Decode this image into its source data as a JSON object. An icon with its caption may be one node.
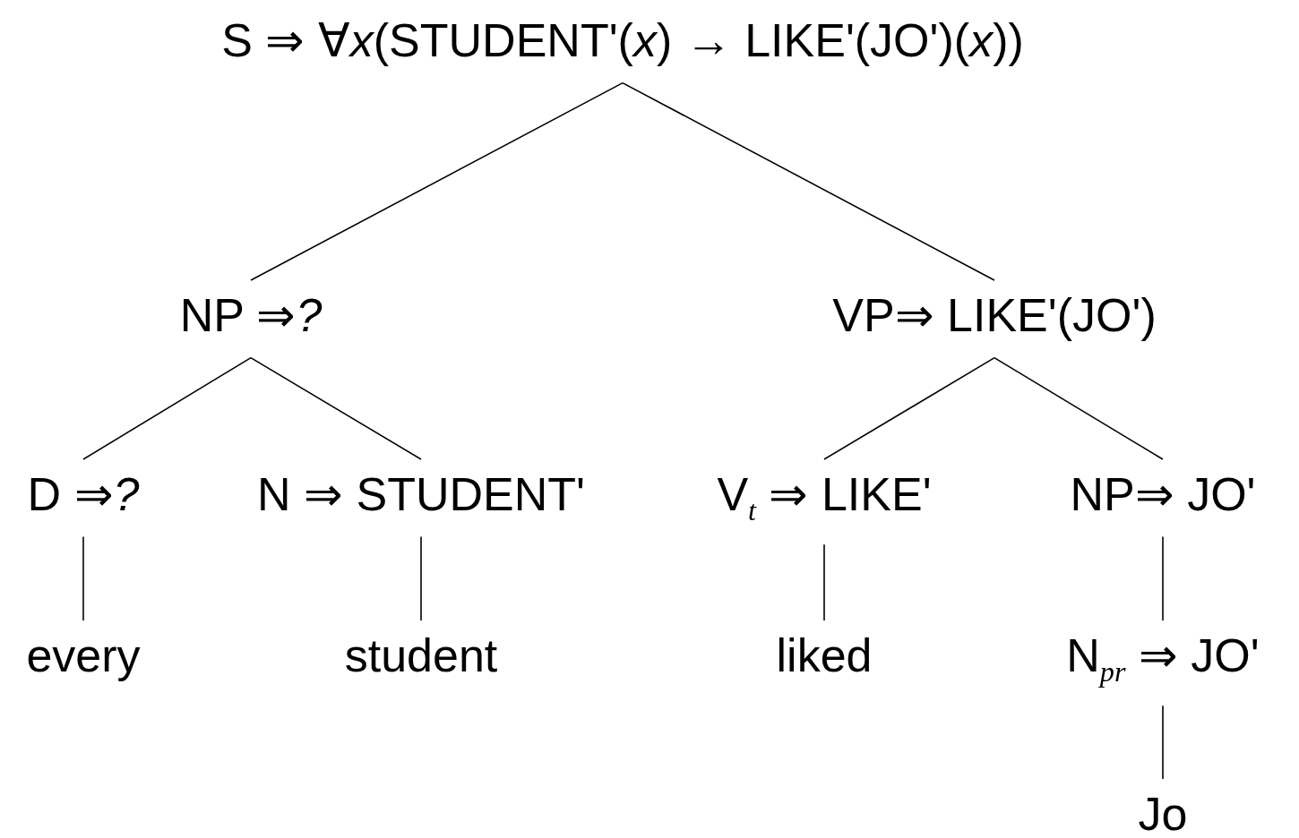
{
  "diagram": {
    "nodes": [
      {
        "text": [
          "S ⇒ ∀*x*(STUDENT'(*x*) → LIKE'(JO')(*x*))"
        ]
      },
      {
        "text": [
          "NP ⇒*?*"
        ]
      },
      {
        "text": [
          "VP⇒ LIKE'(JO')"
        ]
      },
      {
        "text": [
          "D ⇒*?*"
        ]
      },
      {
        "text": [
          "N ⇒ STUDENT'"
        ]
      },
      {
        "text": [
          "V$_{t}$ ⇒ LIKE'"
        ]
      },
      {
        "text": [
          "NP⇒ JO'"
        ]
      },
      {
        "text": [
          "every"
        ]
      },
      {
        "text": [
          "student"
        ]
      },
      {
        "text": [
          "liked"
        ]
      },
      {
        "text": [
          "N$_{pr}$ ⇒ JO'"
        ]
      },
      {
        "text": [
          "Jo"
        ]
      }
    ],
    "edges": [
      {
        "from": 0,
        "to": 1,
        "arrow": "none"
      },
      {
        "from": 0,
        "to": 2,
        "arrow": "none"
      },
      {
        "from": 1,
        "to": 3,
        "arrow": "none"
      },
      {
        "from": 1,
        "to": 4,
        "arrow": "none"
      },
      {
        "from": 2,
        "to": 5,
        "arrow": "none"
      },
      {
        "from": 2,
        "to": 6,
        "arrow": "none"
      },
      {
        "from": 3,
        "to": 7,
        "arrow": "none"
      },
      {
        "from": 4,
        "to": 8,
        "arrow": "none"
      },
      {
        "from": 5,
        "to": 9,
        "arrow": "none"
      },
      {
        "from": 6,
        "to": 10,
        "arrow": "none"
      },
      {
        "from": 10,
        "to": 11,
        "arrow": "none"
      }
    ]
  }
}
